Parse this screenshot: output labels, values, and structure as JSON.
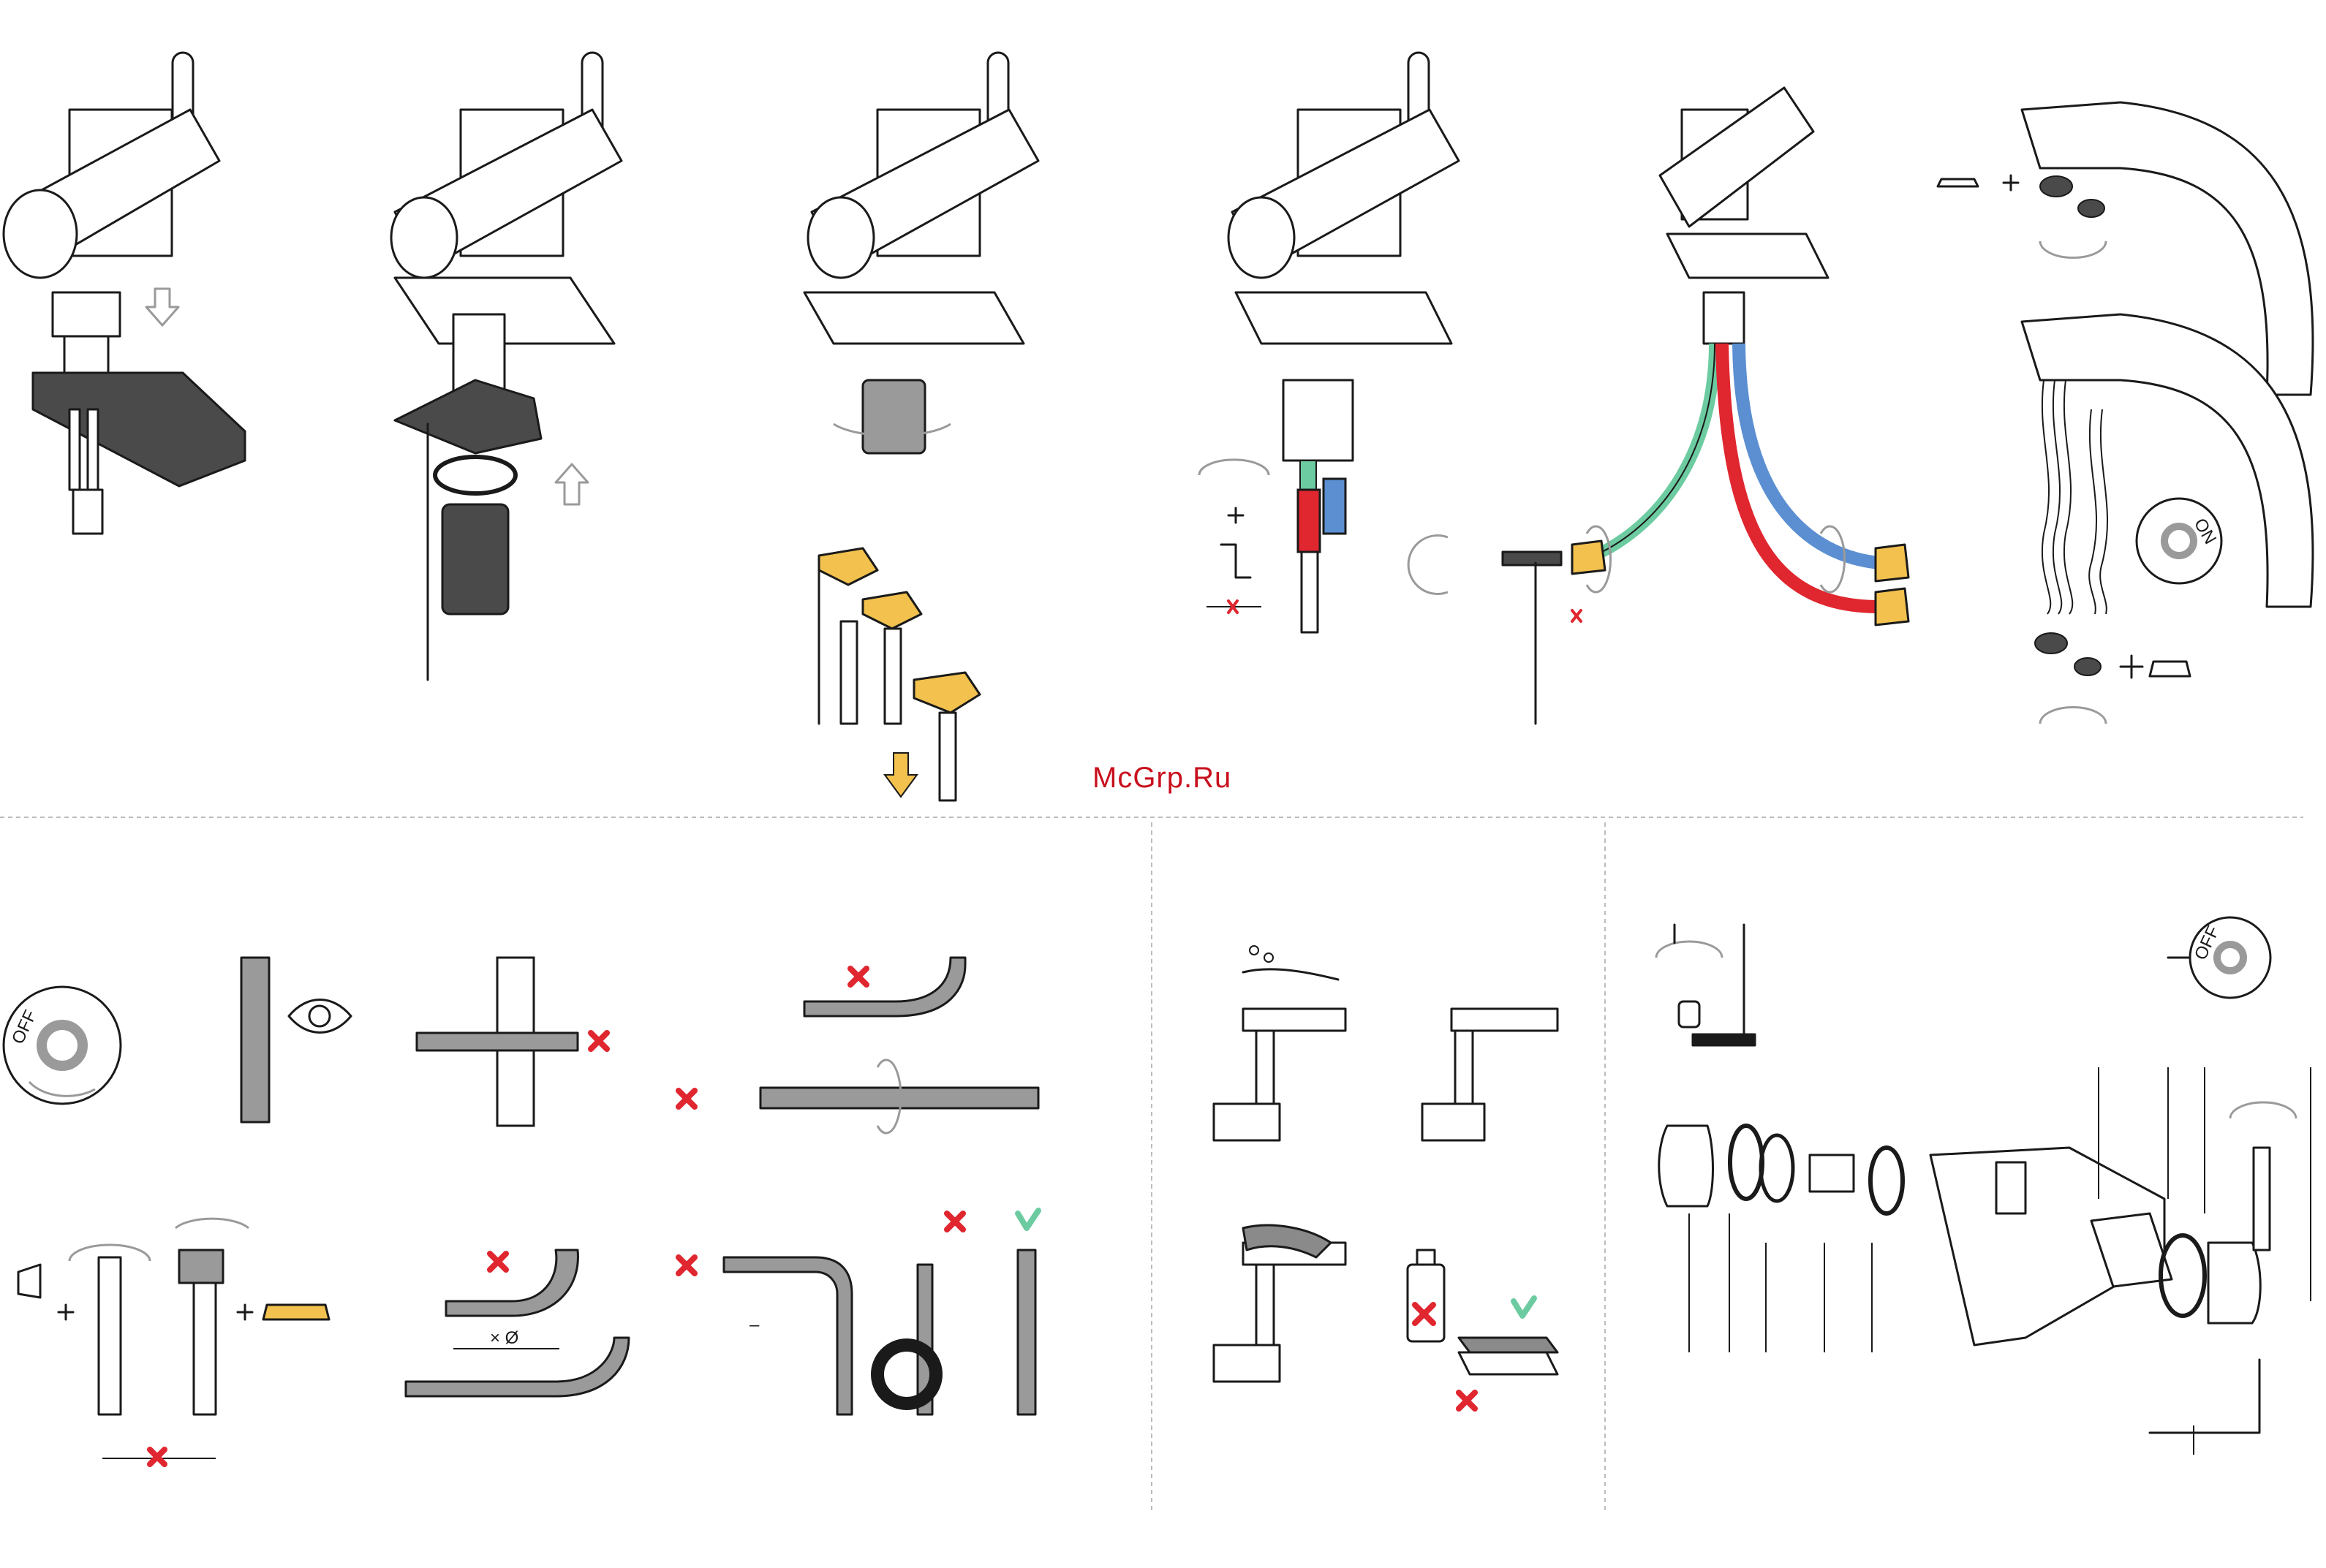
{
  "watermark": "McGrp.Ru",
  "dial_off_label": "OFF",
  "dial_on_label": "ON",
  "diameter_mark": "× Ø",
  "angle_mark": "–",
  "colors": {
    "hot": "#e0262f",
    "cold": "#5b8fd1",
    "mixed": "#6ccba0",
    "nut": "#f2c14e",
    "dark_part": "#4a4a4a",
    "reject": "#e0262f",
    "accept": "#6ccba0"
  }
}
